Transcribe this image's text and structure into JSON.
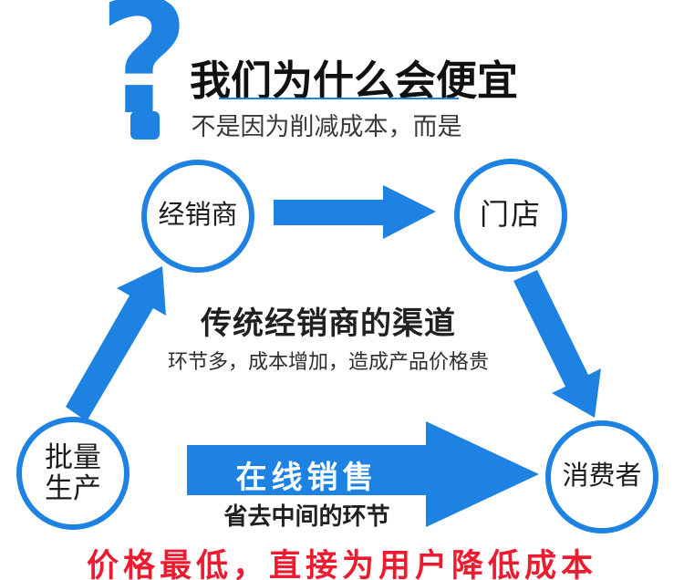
{
  "colors": {
    "blue": "#1e82e2",
    "red": "#ed1b2f"
  },
  "header": {
    "question_mark": "?",
    "title": "我们为什么会便宜",
    "subtitle": "不是因为削减成本，而是"
  },
  "diagram": {
    "nodes": [
      {
        "id": "distributor",
        "label": "经销商"
      },
      {
        "id": "store",
        "label": "门店"
      },
      {
        "id": "batch-production",
        "label_top": "批量",
        "label_bottom": "生产"
      },
      {
        "id": "consumer",
        "label": "消费者"
      }
    ],
    "traditional_channel": {
      "title": "传统经销商的渠道",
      "description": "环节多，成本增加，造成产品价格贵"
    },
    "online_channel": {
      "arrow_label": "在线销售",
      "description": "省去中间的环节"
    }
  },
  "footer": {
    "slogan": "价格最低，直接为用户降低成本"
  }
}
